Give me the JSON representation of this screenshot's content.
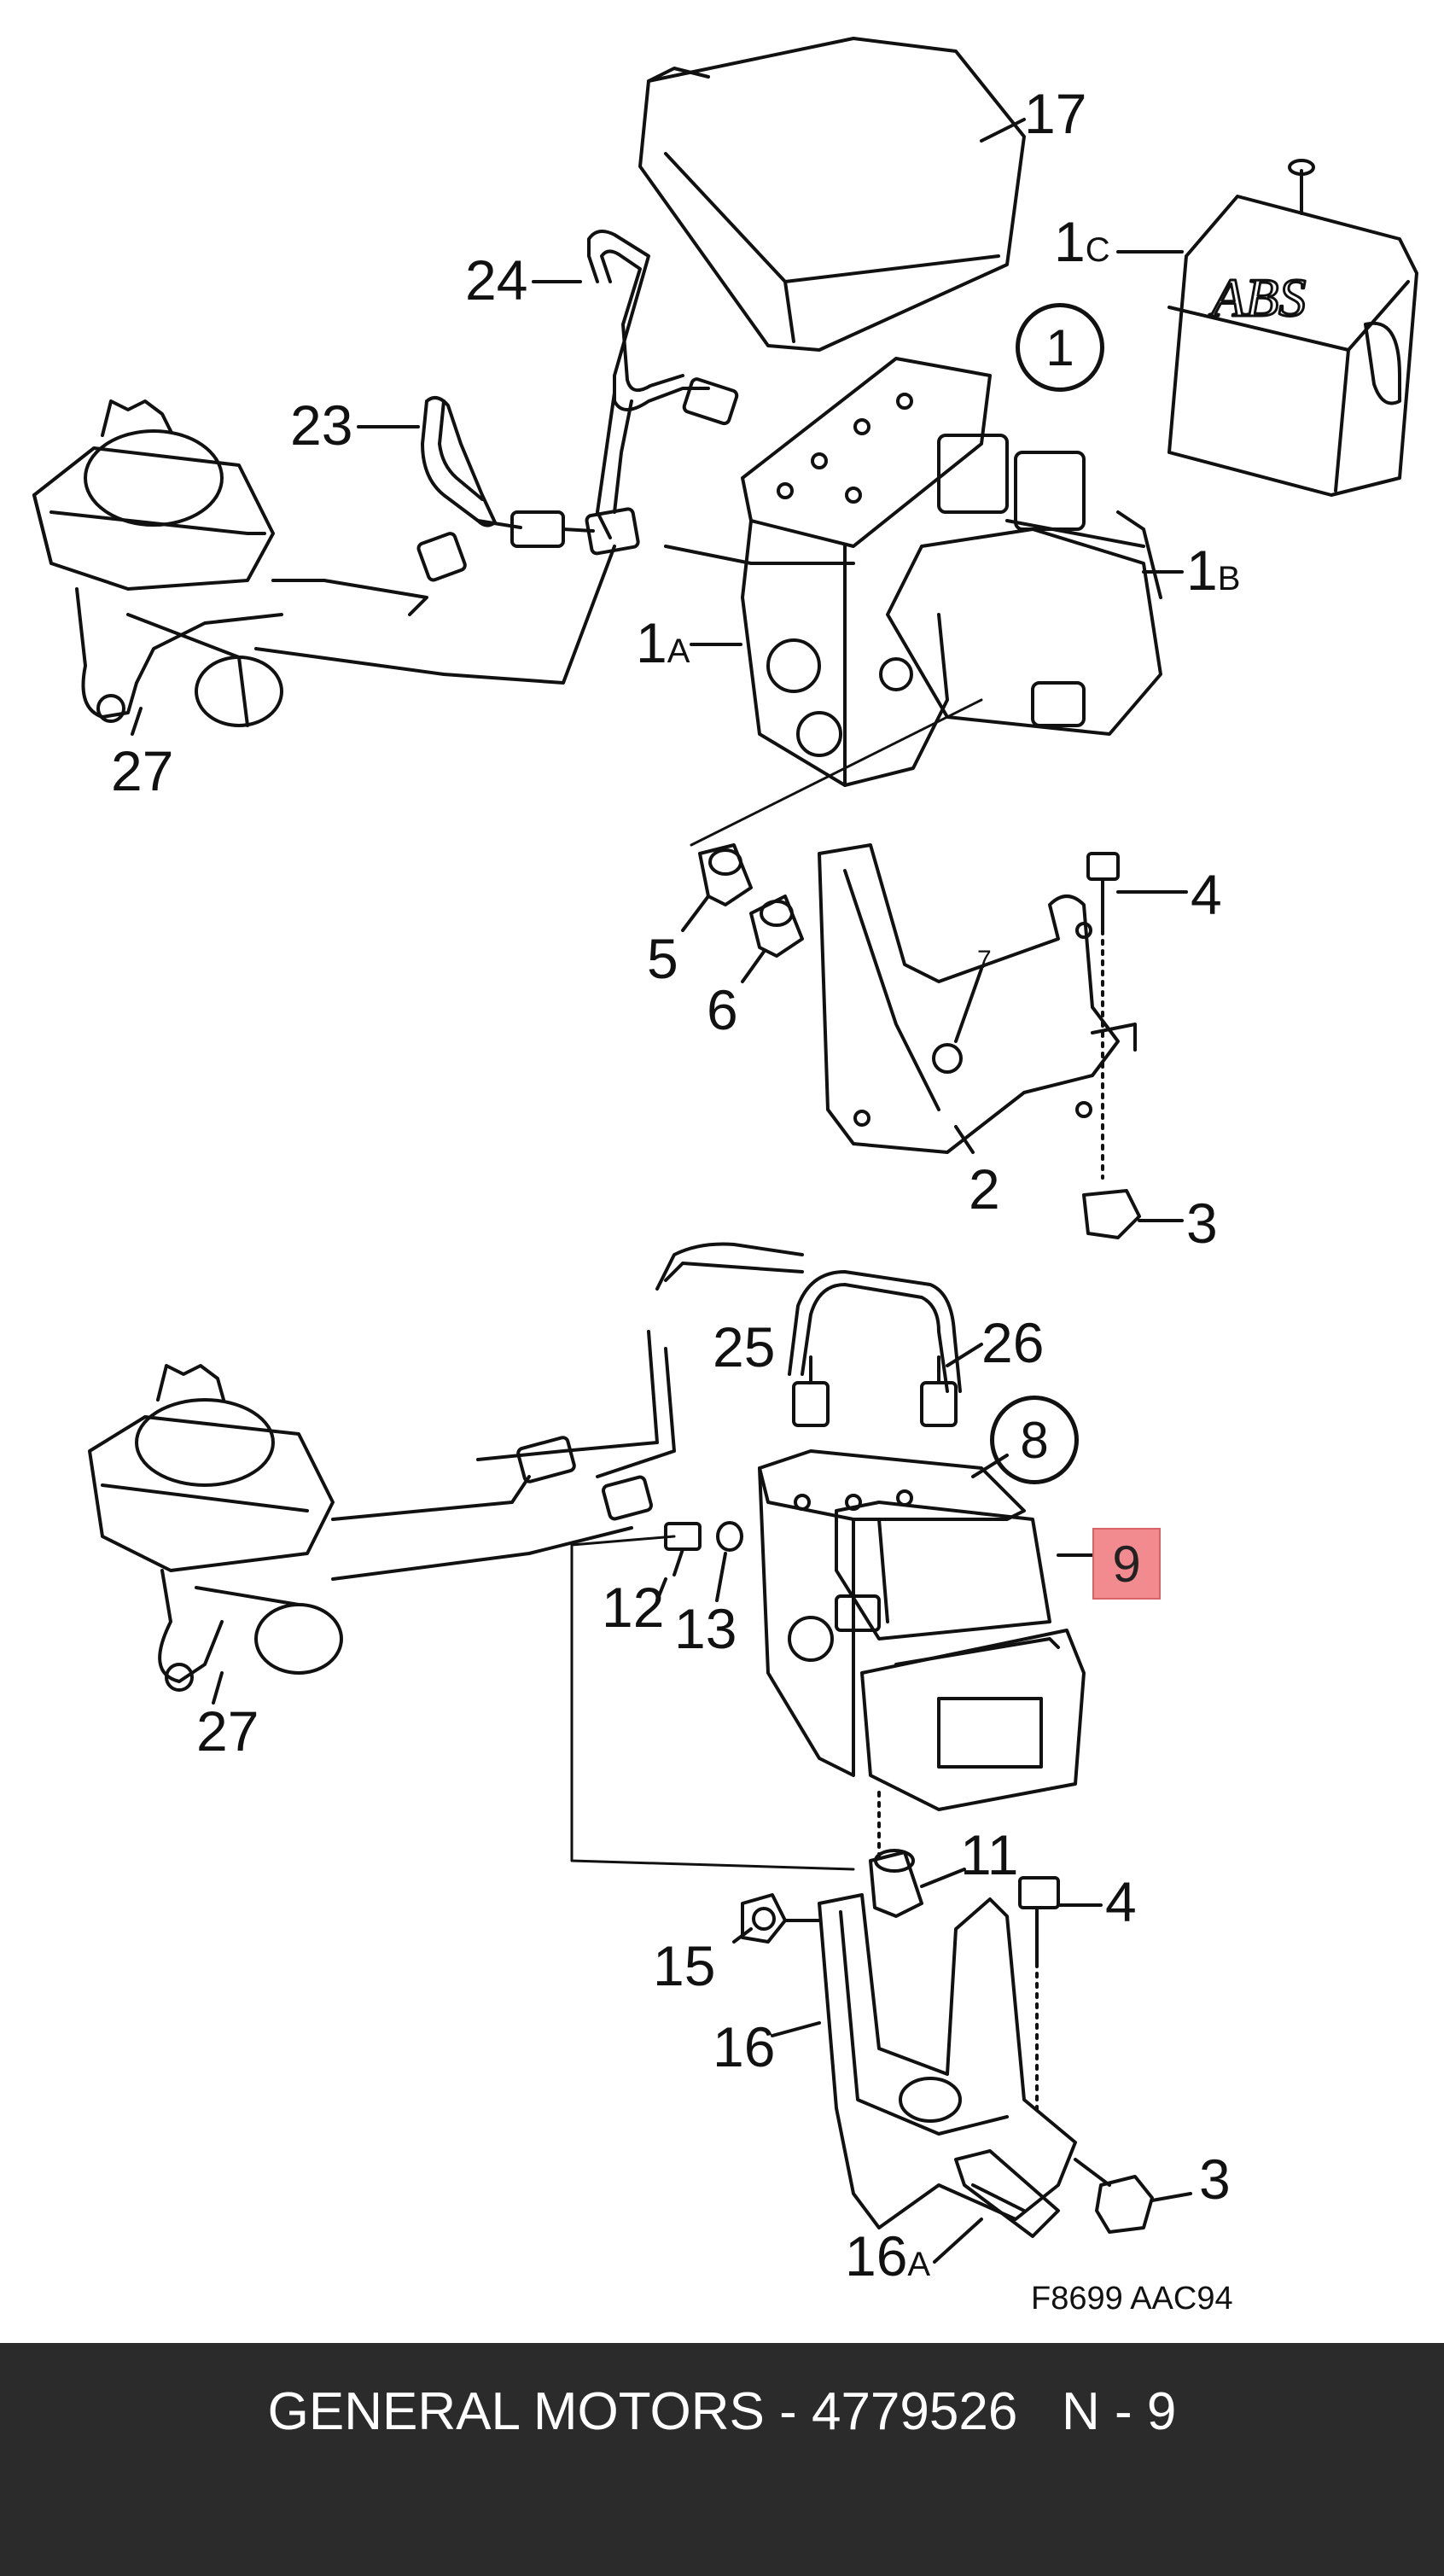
{
  "callouts": {
    "c17": "17",
    "c1c_num": "1",
    "c1c_sub": "C",
    "c24": "24",
    "c23": "23",
    "c1_circle": "1",
    "c1b_num": "1",
    "c1b_sub": "B",
    "c1a_num": "1",
    "c1a_sub": "A",
    "c27_top": "27",
    "c4_top": "4",
    "c5": "5",
    "c6": "6",
    "c7": "7",
    "c2": "2",
    "c3_top": "3",
    "c25": "25",
    "c26": "26",
    "c8": "8",
    "c9": "9",
    "c12": "12",
    "c13": "13",
    "c27_bottom": "27",
    "c11": "11",
    "c4_bottom": "4",
    "c15": "15",
    "c16": "16",
    "c3_bottom": "3",
    "c16a_num": "16",
    "c16a_sub": "A"
  },
  "abs_cover_text": "ABS",
  "reference_code": "F8699 AAC94",
  "footer": {
    "caption": "GENERAL MOTORS - 4779526   N - 9"
  },
  "colors": {
    "highlight": "#f28b8f",
    "footer_bg": "#2b2b2b",
    "line": "#111111"
  }
}
